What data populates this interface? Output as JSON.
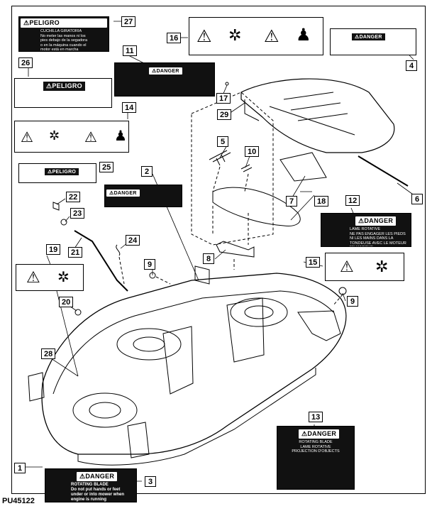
{
  "figure_code": "PU45122",
  "callouts": [
    "1",
    "2",
    "3",
    "4",
    "5",
    "6",
    "7",
    "8",
    "9",
    "9",
    "10",
    "11",
    "12",
    "13",
    "14",
    "15",
    "16",
    "17",
    "18",
    "19",
    "20",
    "21",
    "22",
    "23",
    "24",
    "25",
    "26",
    "27",
    "28",
    "29"
  ],
  "decals": {
    "d27": {
      "head": "⚠PELIGRO",
      "text": "CUCHILLA GIRATORIA\nNo meter las manos ni los\npies debajo de la segadora\no en la máquina cuando el\nmotor está en marcha"
    },
    "d26": {
      "head": "⚠PELIGRO"
    },
    "d11": {
      "head": "⚠DANGER"
    },
    "d25": {
      "head": "⚠PELIGRO"
    },
    "d2": {
      "head": "⚠DANGER"
    },
    "d4": {
      "head": "⚠DANGER"
    },
    "d12": {
      "head": "⚠DANGER",
      "text": "LAME ROTATIVE\nNE PAS ENGAGER LES PIEDS\nNI LES MAINS DANS LA\nTONDEUSE AVEC LE MOTEUR\nEN MARCHE"
    },
    "d3": {
      "head": "⚠DANGER",
      "text": "ROTATING BLADE\nDo not put hands or feet\nunder or into mower when\nengine is running"
    },
    "d13": {
      "head": "⚠DANGER",
      "text": "ROTATING BLADE\nLAME ROTATIVE\nPROJECTION D'OBJECTS"
    }
  }
}
